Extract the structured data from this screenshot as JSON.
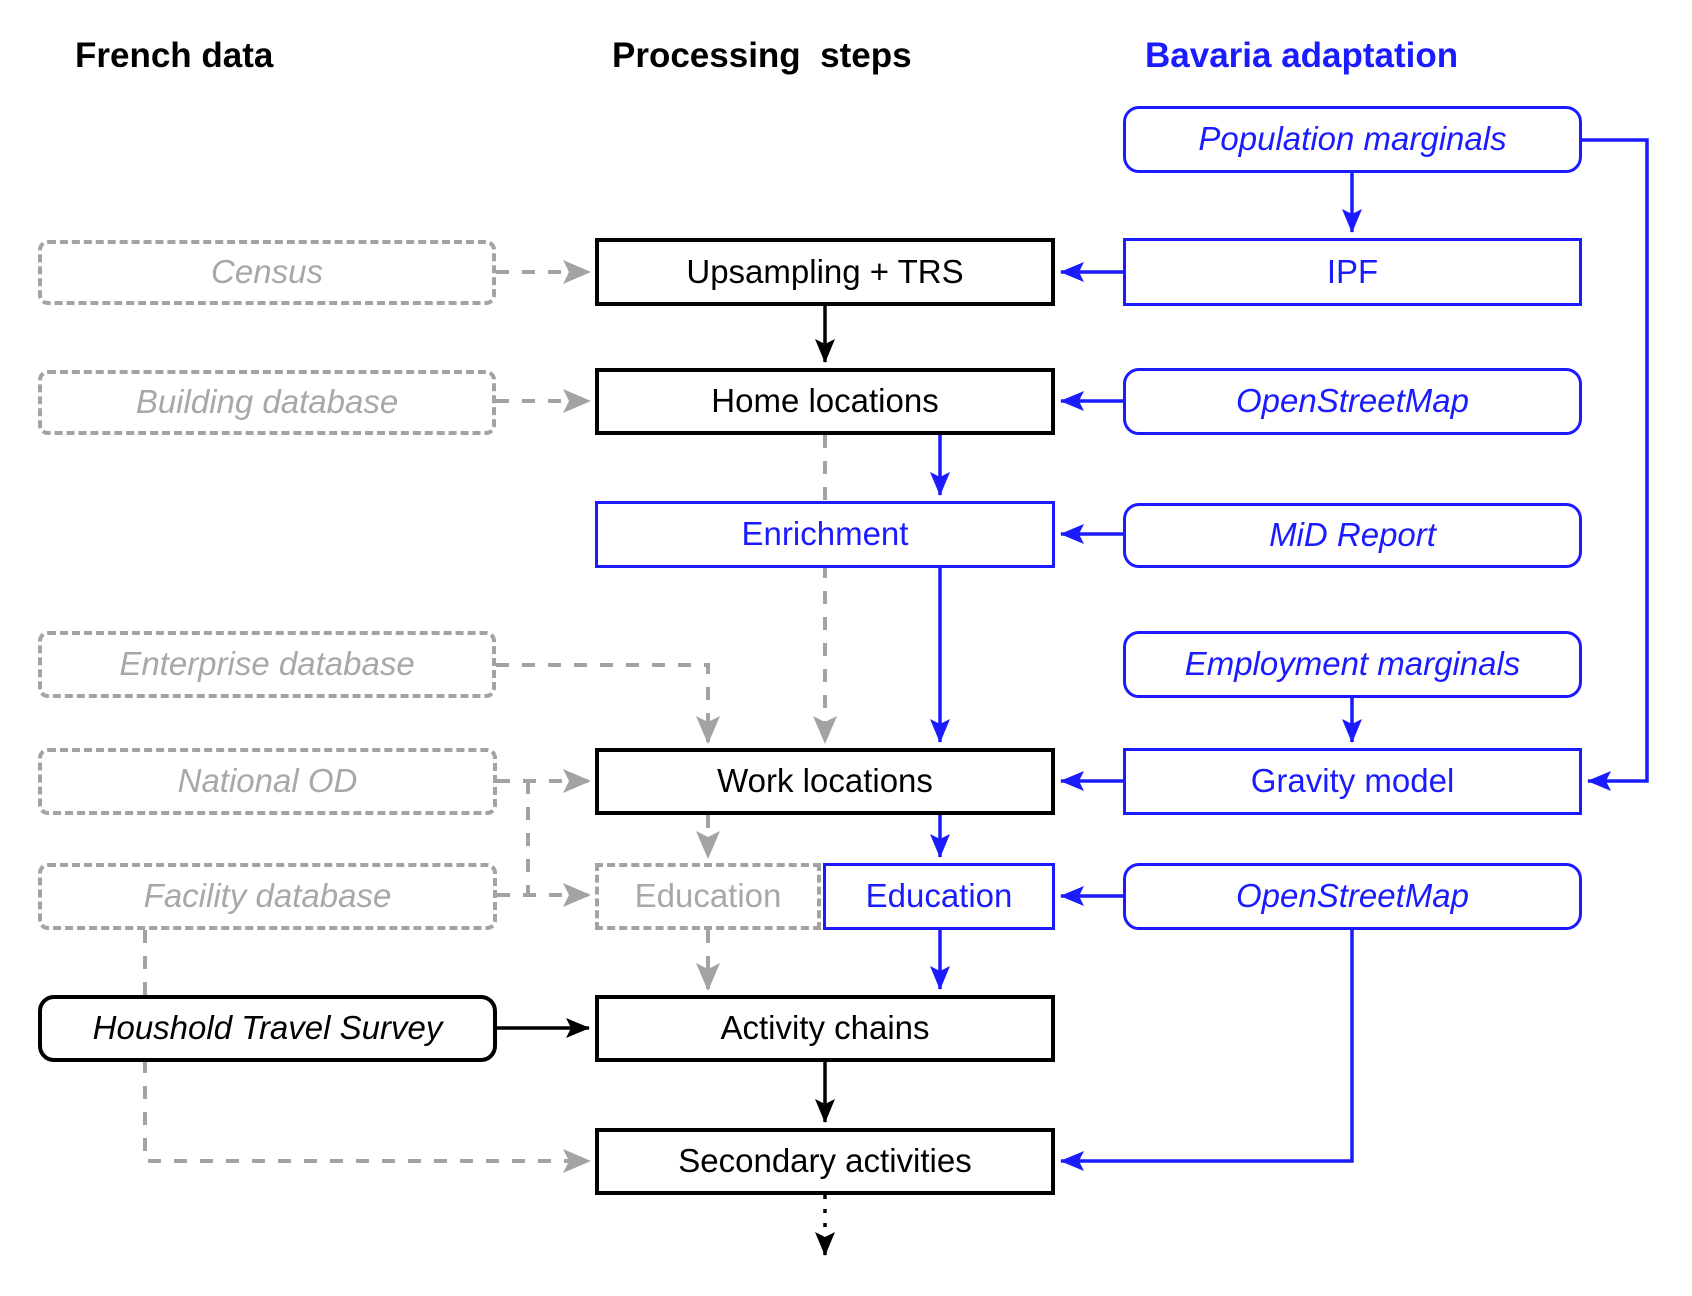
{
  "headers": {
    "french_data": "French data",
    "processing_steps": "Processing  steps",
    "bavaria_adaptation": "Bavaria adaptation"
  },
  "nodes": {
    "census": "Census",
    "building_database": "Building database",
    "enterprise_database": "Enterprise database",
    "national_od": "National OD",
    "facility_database": "Facility database",
    "household_travel_survey": "Houshold Travel Survey",
    "upsampling_trs": "Upsampling + TRS",
    "home_locations": "Home locations",
    "enrichment": "Enrichment",
    "work_locations": "Work locations",
    "education_french": "Education",
    "education_bavaria": "Education",
    "activity_chains": "Activity chains",
    "secondary_activities": "Secondary activities",
    "population_marginals": "Population marginals",
    "ipf": "IPF",
    "openstreetmap_home": "OpenStreetMap",
    "mid_report": "MiD Report",
    "employment_marginals": "Employment marginals",
    "gravity_model": "Gravity model",
    "openstreetmap_education": "OpenStreetMap"
  },
  "colors": {
    "accent_blue": "#1b1bff",
    "muted_gray": "#a3a3a3",
    "gray_text": "#a8a8a8",
    "black": "#000000",
    "background": "#ffffff"
  }
}
